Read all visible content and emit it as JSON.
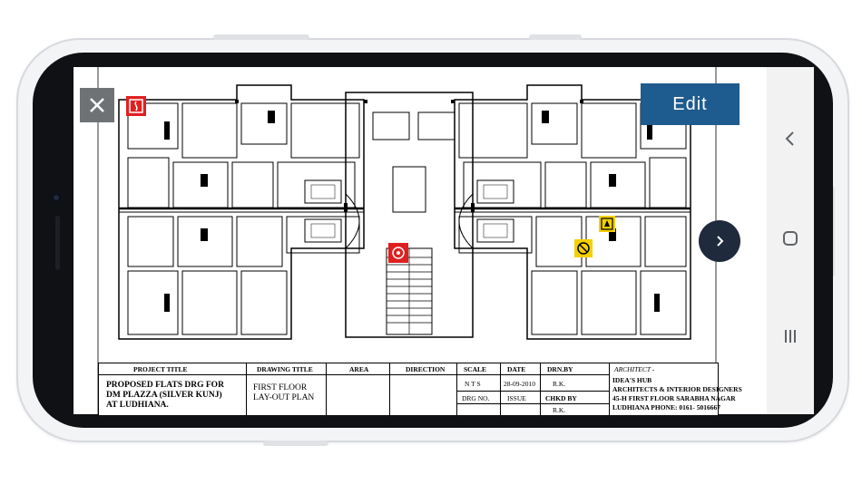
{
  "toolbar": {
    "edit_label": "Edit"
  },
  "title_block": {
    "headers": {
      "project_title": "PROJECT TITLE",
      "drawing_title": "DRAWING TITLE",
      "area": "AREA",
      "direction": "DIRECTION",
      "scale": "SCALE",
      "date": "DATE",
      "drn_by": "DRN.BY",
      "architect": "ARCHITECT -"
    },
    "project_lines": [
      "PROPOSED FLATS DRG FOR",
      "DM PLAZZA (SILVER KUNJ)",
      "AT LUDHIANA."
    ],
    "drawing_lines": [
      "FIRST FLOOR",
      "LAY-OUT PLAN"
    ],
    "scale_value": "N T S",
    "date_value": "28-09-2010",
    "drn_by_value": "R.K.",
    "drg_no_label": "DRG NO.",
    "issue_label": "ISSUE",
    "chkd_by_label": "CHKD BY",
    "chkd_by_value": "R.K.",
    "architect_lines": [
      "IDEA'S HUB",
      "ARCHITECTS & INTERIOR DESIGNERS",
      "45-H FIRST FLOOR SARABHA NAGAR",
      "LUDHIANA PHONE: 0161- 5016667"
    ]
  },
  "colors": {
    "edit_bg": "#1e5b8e",
    "close_bg": "#6f7275",
    "next_bg": "#1f2a3d",
    "fire_red": "#e02020",
    "warning_yellow": "#f4d000"
  }
}
